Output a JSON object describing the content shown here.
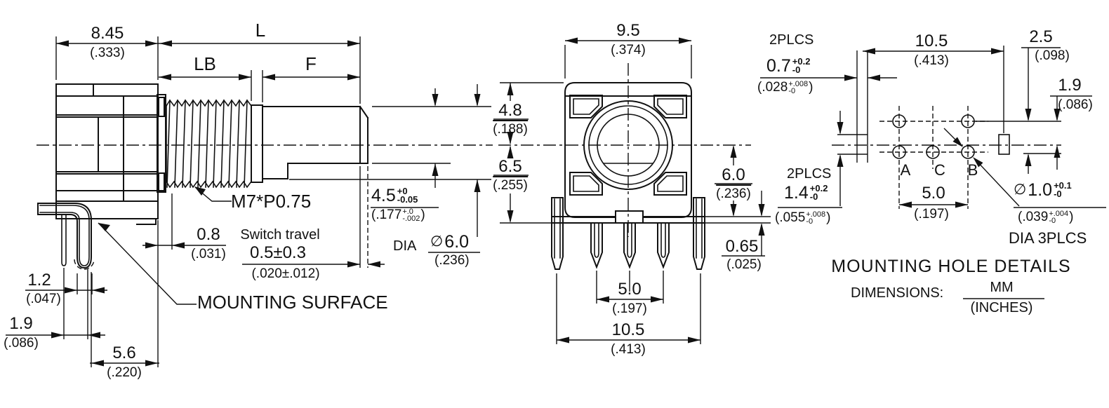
{
  "left_view": {
    "body_depth": {
      "mm": "8.45",
      "inch": "(.333)"
    },
    "shaft_length_label": "L",
    "bushing_length_label": "LB",
    "flat_length_label": "F",
    "thread_spec": "M7*P0.75",
    "boss_dim": {
      "mm": "0.8",
      "inch": "(.031)"
    },
    "switch_travel": {
      "label": "Switch travel",
      "mm": "0.5±0.3",
      "inch": "(.020±.012)"
    },
    "flat_height": {
      "mm": "4.5",
      "tol_plus": "+0",
      "tol_minus": "-0.05",
      "inch_open": "(.177",
      "inch_plus": "+.0",
      "inch_minus": "-.002",
      "inch_close": ")"
    },
    "shaft_dia": {
      "prefix": "DIA",
      "symbol": "∅",
      "mm": "6.0",
      "inch": "(.236)"
    },
    "pin_width": {
      "mm": "1.2",
      "inch": "(.047)"
    },
    "pin_offset": {
      "mm": "1.9",
      "inch": "(.086)"
    },
    "pin_to_face": {
      "mm": "5.6",
      "inch": "(.220)"
    },
    "mounting_surface_label": "MOUNTING SURFACE"
  },
  "front_view": {
    "body_width": {
      "mm": "9.5",
      "inch": "(.374)"
    },
    "upper_height": {
      "mm": "4.8",
      "inch": "(.188)"
    },
    "lower_height": {
      "mm": "6.5",
      "inch": "(.255)"
    },
    "pin_row_height": {
      "mm": "6.0",
      "inch": "(.236)"
    },
    "tab_offset": {
      "mm": "0.65",
      "inch": "(.025)"
    },
    "pin_span": {
      "mm": "5.0",
      "inch": "(.197)"
    },
    "tab_span": {
      "mm": "10.5",
      "inch": "(.413)"
    }
  },
  "mounting_view": {
    "slot_places": "2PLCS",
    "slot_width": {
      "mm": "0.7",
      "tol_plus": "+0.2",
      "tol_minus": "-0",
      "inch_open": "(.028",
      "inch_plus": "+.008",
      "inch_minus": "-0",
      "inch_close": ")"
    },
    "slot_span": {
      "mm": "10.5",
      "inch": "(.413)"
    },
    "row_span": {
      "mm": "2.5",
      "inch": "(.098)"
    },
    "row_offset": {
      "mm": "1.9",
      "inch": "(.086)"
    },
    "slot_height_places": "2PLCS",
    "slot_height": {
      "mm": "1.4",
      "tol_plus": "+0.2",
      "tol_minus": "-0",
      "inch_open": "(.055",
      "inch_plus": "+.008",
      "inch_minus": "-0",
      "inch_close": ")"
    },
    "terminal_a": "A",
    "terminal_c": "C",
    "terminal_b": "B",
    "terminal_span": {
      "mm": "5.0",
      "inch": "(.197)"
    },
    "hole_dia": {
      "symbol": "∅",
      "mm": "1.0",
      "tol_plus": "+0.1",
      "tol_minus": "-0",
      "inch_open": "(.039",
      "inch_plus": "+.004",
      "inch_minus": "-0",
      "inch_close": ")"
    },
    "hole_note": "DIA 3PLCS",
    "title": "MOUNTING HOLE DETAILS",
    "units": {
      "label": "DIMENSIONS:",
      "numerator": "MM",
      "denominator": "(INCHES)"
    }
  }
}
